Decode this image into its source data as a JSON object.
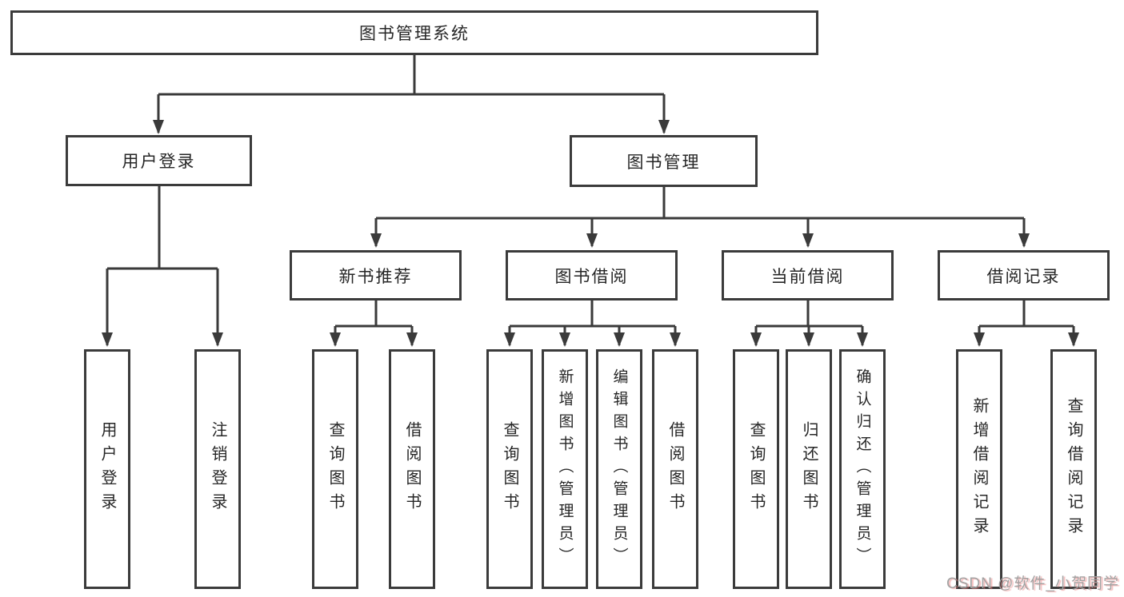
{
  "tree": {
    "label": "图书管理系统",
    "children": [
      {
        "label": "用户登录",
        "children": [
          {
            "label": "用户登录"
          },
          {
            "label": "注销登录"
          }
        ]
      },
      {
        "label": "图书管理",
        "children": [
          {
            "label": "新书推荐",
            "children": [
              {
                "label": "查询图书"
              },
              {
                "label": "借阅图书"
              }
            ]
          },
          {
            "label": "图书借阅",
            "children": [
              {
                "label": "查询图书"
              },
              {
                "label": "新增图书（管理员）"
              },
              {
                "label": "编辑图书（管理员）"
              },
              {
                "label": "借阅图书"
              }
            ]
          },
          {
            "label": "当前借阅",
            "children": [
              {
                "label": "查询图书"
              },
              {
                "label": "归还图书"
              },
              {
                "label": "确认归还（管理员）"
              }
            ]
          },
          {
            "label": "借阅记录",
            "children": [
              {
                "label": "新增借阅记录"
              },
              {
                "label": "查询借阅记录"
              }
            ]
          }
        ]
      }
    ]
  },
  "watermark": {
    "text": "CSDN @软件_小贺同学"
  },
  "colors": {
    "line": "#3a3a3a",
    "box_border": "#3b3b3b",
    "text": "#262626",
    "watermark_gray": "#a2a2a2",
    "watermark_red_shadow": "#eb7878"
  }
}
